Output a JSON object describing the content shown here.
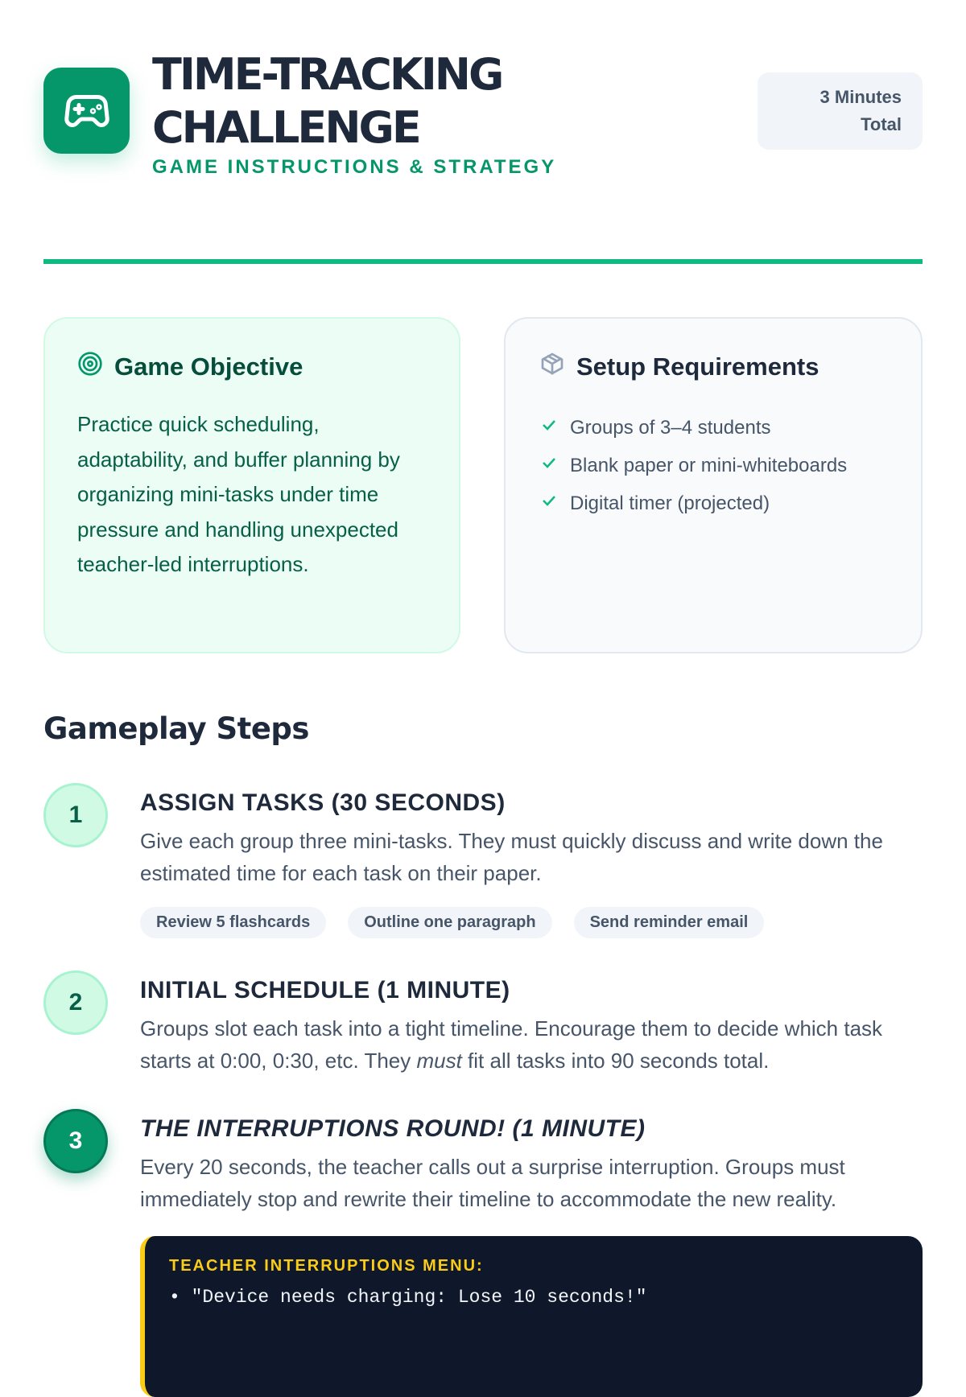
{
  "header": {
    "title_line1": "TIME-TRACKING",
    "title_line2": "CHALLENGE",
    "subtitle": "GAME INSTRUCTIONS & STRATEGY",
    "badge_line1": "3 Minutes",
    "badge_line2": "Total",
    "logo_icon": "gamepad-icon"
  },
  "objective": {
    "title": "Game Objective",
    "text": "Practice quick scheduling, adaptability, and buffer planning by organizing mini-tasks under time pressure and handling unexpected teacher-led interruptions."
  },
  "setup": {
    "title": "Setup Requirements",
    "items": [
      "Groups of 3–4 students",
      "Blank paper or mini-whiteboards",
      "Digital timer (projected)"
    ]
  },
  "gameplay": {
    "title": "Gameplay Steps",
    "steps": [
      {
        "num": "1",
        "title": "ASSIGN TASKS (30 SECONDS)",
        "text": "Give each group three mini-tasks. They must quickly discuss and write down the estimated time for each task on their paper.",
        "tags": [
          "Review 5 flashcards",
          "Outline one paragraph",
          "Send reminder email"
        ]
      },
      {
        "num": "2",
        "title": "INITIAL SCHEDULE (1 MINUTE)",
        "text_a": "Groups slot each task into a tight timeline. Encourage them to decide which task starts at 0:00, 0:30, etc. They ",
        "text_em": "must",
        "text_b": " fit all tasks into 90 seconds total."
      },
      {
        "num": "3",
        "title": "THE INTERRUPTIONS ROUND! (1 MINUTE)",
        "text": "Every 20 seconds, the teacher calls out a surprise interruption. Groups must immediately stop and rewrite their timeline to accommodate the new reality.",
        "menu_title": "TEACHER INTERRUPTIONS MENU:",
        "menu_items": [
          "\"Device needs charging: Lose 10 seconds!\""
        ]
      }
    ]
  }
}
